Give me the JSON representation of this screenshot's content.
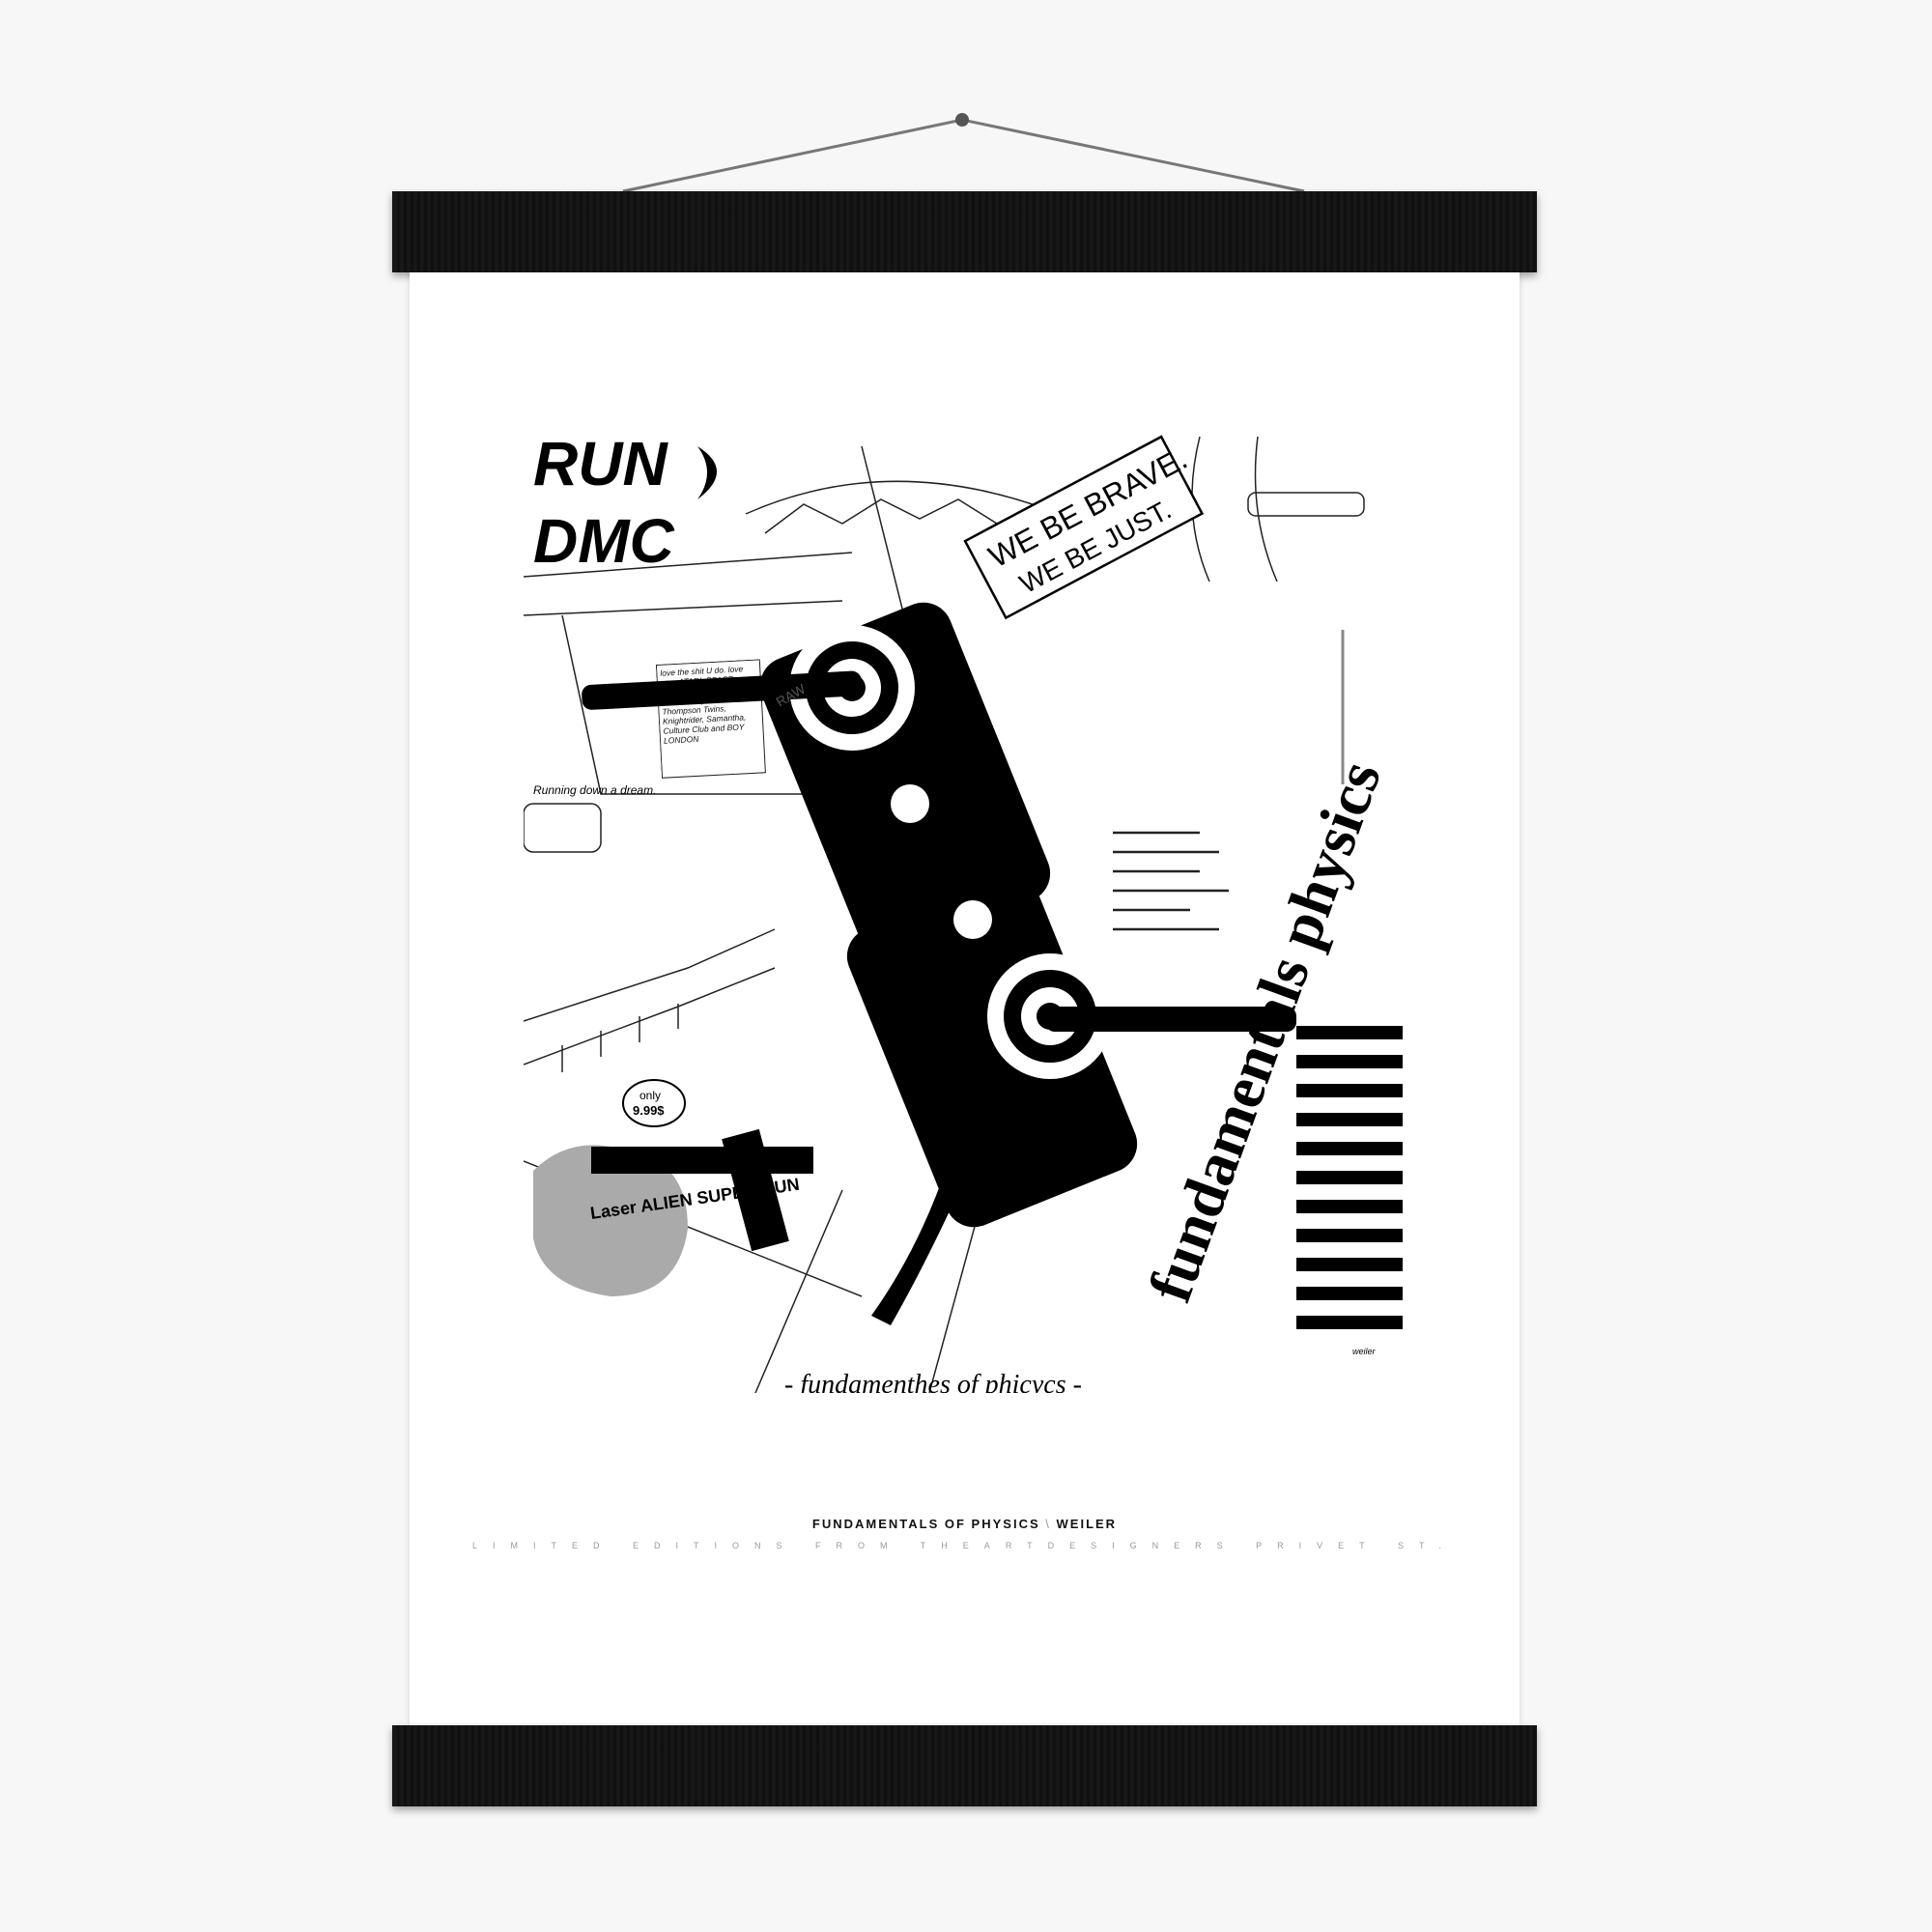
{
  "poster": {
    "title": "FUNDAMENTALS OF PHYSICS",
    "separator": "\\",
    "artist": "WEILER",
    "subtitle": "LIMITED EDITIONS FROM THEARTDESIGNERS PRIVET ST.",
    "artwork_text": {
      "run": "RUN",
      "dmc": "DMC",
      "banner_line1": "WE BE BRAVE.",
      "banner_line2": "WE BE JUST.",
      "note": "love the shit U do. love your ATARI, SPACE INVADERS is the shit, the Beastie Boys, the Thompson Twins, Knightrider, Samantha, Culture Club and BOY LONDON",
      "raw": "RAW",
      "running": "Running down a dream.",
      "price_only": "only",
      "price": "9.99$",
      "gun_label": "Laser ALIEN SUPER GUN",
      "type_collage": "fundamentals physics",
      "signature": "weiler",
      "handwritten_title": "- fundamenthes of phicycs -"
    }
  },
  "colors": {
    "frame": "#111111",
    "paper": "#ffffff",
    "ink": "#000000",
    "gray": "#a8a8a8"
  }
}
